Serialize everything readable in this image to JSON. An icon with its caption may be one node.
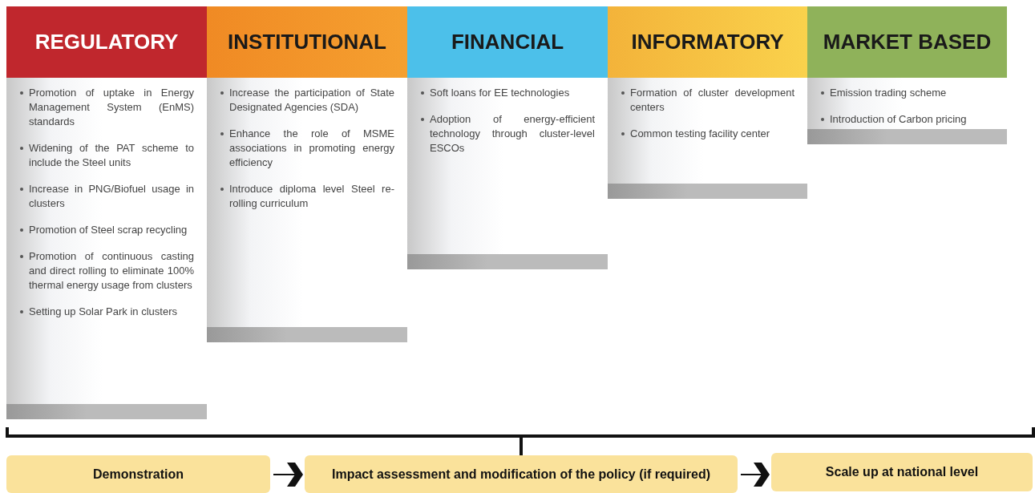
{
  "diagram": {
    "nodes": [
      {
        "text": [
          "REGULATORY",
          "Promotion of uptake in Energy Management System (EnMS) standards",
          "Widening of the PAT scheme to include the Steel units",
          "Increase in PNG/Biofuel usage in clusters",
          "Promotion of Steel scrap recycling",
          "Promotion of continuous casting and direct rolling to eliminate 100% thermal energy usage from clusters",
          "Setting up Solar Park in clusters"
        ]
      },
      {
        "text": [
          "INSTITUTIONAL",
          "Increase the participation of State Designated Agencies (SDA)",
          "Enhance the role of MSME associations in promoting energy efficiency",
          "Introduce diploma level Steel re-rolling curriculum"
        ]
      },
      {
        "text": [
          "FINANCIAL",
          "Soft loans for EE technologies",
          "Adoption of energy-efficient technology through cluster-level ESCOs"
        ]
      },
      {
        "text": [
          "INFORMATORY",
          "Formation of cluster development centers",
          "Common testing facility center"
        ]
      },
      {
        "text": [
          "MARKET BASED",
          "Emission trading scheme",
          "Introduction of Carbon pricing"
        ]
      },
      {
        "text": [
          "Demonstration"
        ]
      },
      {
        "text": [
          "Impact assessment and modification of the policy (if required)"
        ]
      },
      {
        "text": [
          "Scale up at national level"
        ]
      }
    ],
    "edges": [
      {
        "from": 5,
        "to": 6,
        "arrow": "to"
      },
      {
        "from": 6,
        "to": 7,
        "arrow": "to"
      }
    ]
  }
}
